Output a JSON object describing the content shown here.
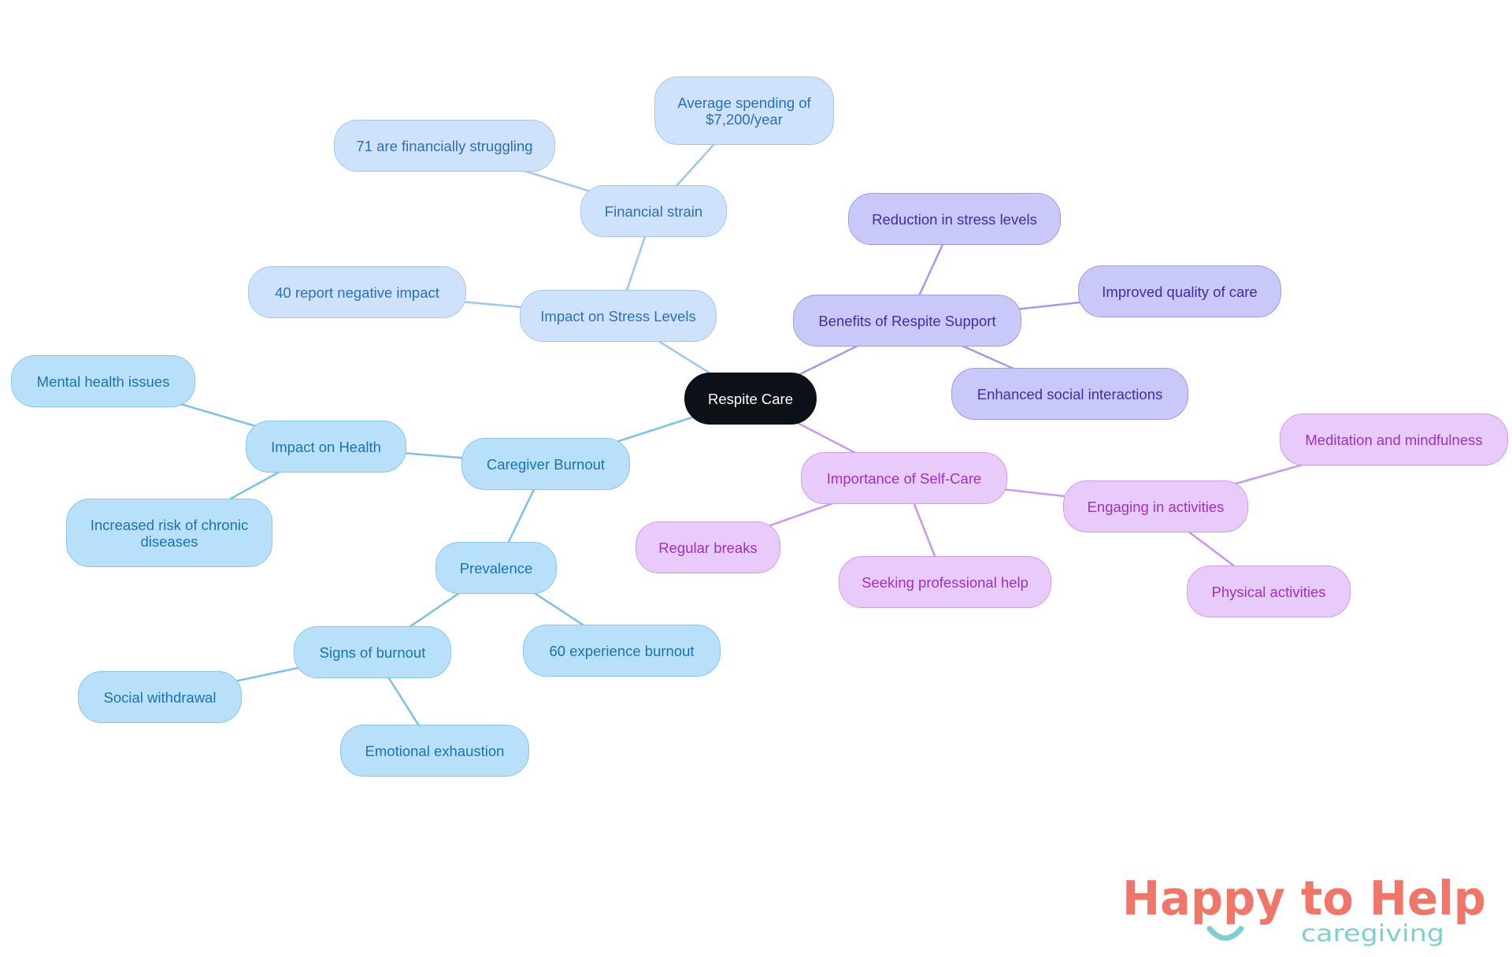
{
  "root": {
    "label": "Respite Care"
  },
  "nodes": {
    "stress": "Impact on Stress Levels",
    "financial": "Financial strain",
    "avg_spending": "Average spending of $7,200/year",
    "struggling": "71 are financially struggling",
    "negative": "40 report negative impact",
    "benefits": "Benefits of Respite Support",
    "reduction": "Reduction in stress levels",
    "quality": "Improved quality of care",
    "social": "Enhanced social interactions",
    "burnout": "Caregiver Burnout",
    "health": "Impact on Health",
    "mental": "Mental health issues",
    "chronic": "Increased risk of chronic diseases",
    "prevalence": "Prevalence",
    "signs": "Signs of burnout",
    "experience": "60 experience burnout",
    "withdrawal": "Social withdrawal",
    "exhaustion": "Emotional exhaustion",
    "selfcare": "Importance of Self-Care",
    "breaks": "Regular breaks",
    "professional": "Seeking professional help",
    "activities": "Engaging in activities",
    "meditation": "Meditation and mindfulness",
    "physical": "Physical activities"
  },
  "logo": {
    "main": "Happy to Help",
    "sub": "caregiving"
  },
  "colors": {
    "root": "#0c1118",
    "burnout_branch": "#b8e0fb",
    "stress_branch": "#cfe2fb",
    "benefits_branch": "#c9c9f9",
    "selfcare_branch": "#e9cbfb",
    "logo_main": "#f0766a",
    "logo_accent": "#7fcfcf"
  }
}
